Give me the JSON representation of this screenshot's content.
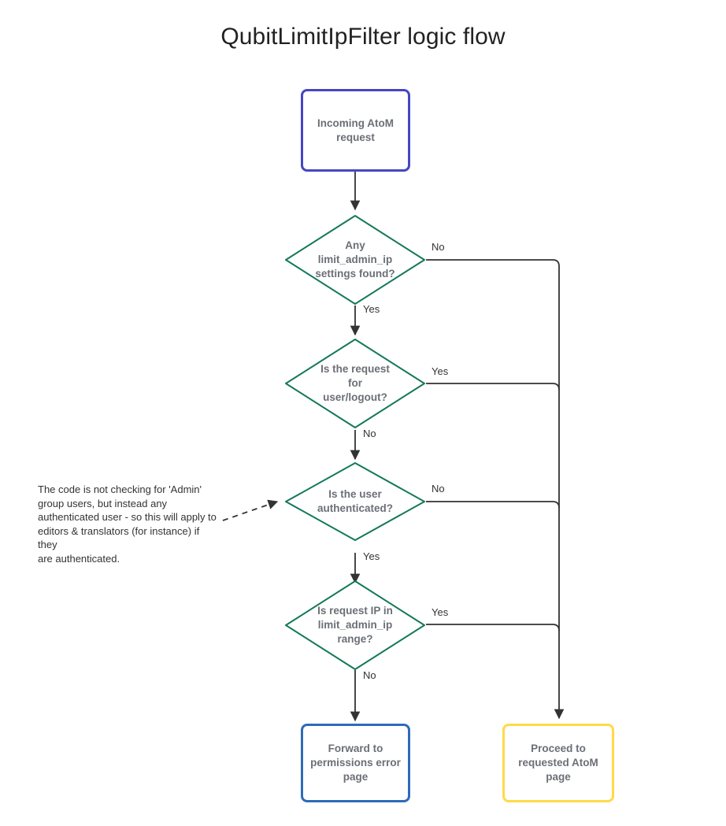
{
  "diagram": {
    "title": "QubitLimitIpFilter logic flow",
    "type": "flowchart",
    "colors": {
      "start_border": "#4646c4",
      "decision_border": "#13795b",
      "error_box_border": "#2e6bb8",
      "proceed_box_border": "#ffd94a",
      "edge": "#333333",
      "node_text": "#6b6f76",
      "label_text": "#333333",
      "background": "#ffffff"
    },
    "nodes": [
      {
        "id": "start",
        "shape": "rounded-rect",
        "label": "Incoming AtoM\nrequest",
        "border_color": "#4646c4"
      },
      {
        "id": "decision-settings",
        "shape": "diamond",
        "label": "Any\nlimit_admin_ip\nsettings found?",
        "border_color": "#13795b"
      },
      {
        "id": "decision-logout",
        "shape": "diamond",
        "label": "Is the request\nfor\nuser/logout?",
        "border_color": "#13795b"
      },
      {
        "id": "decision-authenticated",
        "shape": "diamond",
        "label": "Is the user\nauthenticated?",
        "border_color": "#13795b"
      },
      {
        "id": "decision-ip-range",
        "shape": "diamond",
        "label": "Is request IP in\nlimit_admin_ip\nrange?",
        "border_color": "#13795b"
      },
      {
        "id": "error-page",
        "shape": "rounded-rect",
        "label": "Forward to\npermissions error\npage",
        "border_color": "#2e6bb8"
      },
      {
        "id": "proceed-page",
        "shape": "rounded-rect",
        "label": "Proceed to\nrequested AtoM\npage",
        "border_color": "#ffd94a"
      }
    ],
    "edges": [
      {
        "id": "e1",
        "from": "start",
        "to": "decision-settings",
        "label": ""
      },
      {
        "id": "e2",
        "from": "decision-settings",
        "to": "decision-logout",
        "label": "Yes"
      },
      {
        "id": "e3",
        "from": "decision-settings",
        "to": "proceed-page",
        "label": "No"
      },
      {
        "id": "e4",
        "from": "decision-logout",
        "to": "decision-authenticated",
        "label": "No"
      },
      {
        "id": "e5",
        "from": "decision-logout",
        "to": "proceed-page",
        "label": "Yes"
      },
      {
        "id": "e6",
        "from": "decision-authenticated",
        "to": "decision-ip-range",
        "label": "Yes"
      },
      {
        "id": "e7",
        "from": "decision-authenticated",
        "to": "proceed-page",
        "label": "No"
      },
      {
        "id": "e8",
        "from": "decision-ip-range",
        "to": "error-page",
        "label": "No"
      },
      {
        "id": "e9",
        "from": "decision-ip-range",
        "to": "proceed-page",
        "label": "Yes"
      },
      {
        "id": "e10",
        "from": "note",
        "to": "decision-authenticated",
        "label": "",
        "style": "dashed"
      }
    ],
    "note": {
      "text": "The code is not checking for 'Admin'\ngroup users, but instead any\nauthenticated user - so this will apply to\neditors & translators (for instance) if they\nare authenticated."
    },
    "edge_labels": {
      "settings_no": "No",
      "settings_yes": "Yes",
      "logout_yes": "Yes",
      "logout_no": "No",
      "auth_no": "No",
      "auth_yes": "Yes",
      "ip_yes": "Yes",
      "ip_no": "No"
    }
  }
}
